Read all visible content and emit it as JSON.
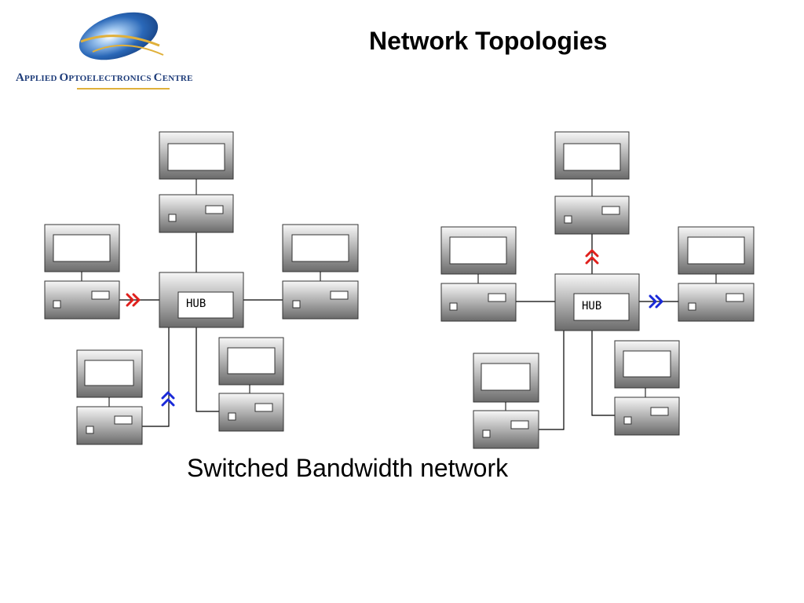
{
  "header": {
    "title": "Network Topologies"
  },
  "logo": {
    "org_first_cap_1": "A",
    "org_rest_1": "PPLIED ",
    "org_first_cap_2": "O",
    "org_rest_2": "PTOELECTRONICS ",
    "org_first_cap_3": "C",
    "org_rest_3": "ENTRE",
    "colors": {
      "globe": "#1f5aa8",
      "swoosh": "#e0b03a",
      "text": "#1f3d7a"
    }
  },
  "diagrams": [
    {
      "hub_label": "HUB",
      "arrows": [
        {
          "color": "red",
          "direction": "right"
        },
        {
          "color": "blue",
          "direction": "up"
        }
      ]
    },
    {
      "hub_label": "HUB",
      "arrows": [
        {
          "color": "red",
          "direction": "up"
        },
        {
          "color": "blue",
          "direction": "right"
        }
      ]
    }
  ],
  "caption": "Switched Bandwidth network",
  "colors": {
    "red_arrow": "#e0201c",
    "blue_arrow": "#1a2ad8"
  }
}
